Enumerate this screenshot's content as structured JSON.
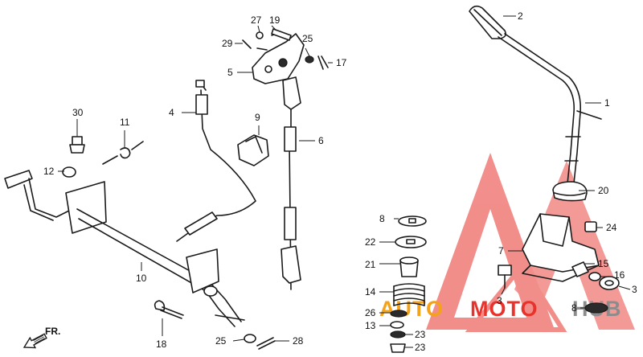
{
  "callouts": [
    {
      "id": "c1",
      "label": "1"
    },
    {
      "id": "c2",
      "label": "2"
    },
    {
      "id": "c3a",
      "label": "3"
    },
    {
      "id": "c3b",
      "label": "3"
    },
    {
      "id": "c4",
      "label": "4"
    },
    {
      "id": "c5",
      "label": "5"
    },
    {
      "id": "c6",
      "label": "6"
    },
    {
      "id": "c7",
      "label": "7"
    },
    {
      "id": "c8a",
      "label": "8"
    },
    {
      "id": "c8b",
      "label": "8"
    },
    {
      "id": "c9",
      "label": "9"
    },
    {
      "id": "c10",
      "label": "10"
    },
    {
      "id": "c11",
      "label": "11"
    },
    {
      "id": "c12",
      "label": "12"
    },
    {
      "id": "c13",
      "label": "13"
    },
    {
      "id": "c14",
      "label": "14"
    },
    {
      "id": "c15",
      "label": "15"
    },
    {
      "id": "c16",
      "label": "16"
    },
    {
      "id": "c17",
      "label": "17"
    },
    {
      "id": "c18",
      "label": "18"
    },
    {
      "id": "c19",
      "label": "19"
    },
    {
      "id": "c20",
      "label": "20"
    },
    {
      "id": "c21",
      "label": "21"
    },
    {
      "id": "c22",
      "label": "22"
    },
    {
      "id": "c23a",
      "label": "23"
    },
    {
      "id": "c23b",
      "label": "23"
    },
    {
      "id": "c24",
      "label": "24"
    },
    {
      "id": "c25a",
      "label": "25"
    },
    {
      "id": "c25b",
      "label": "25"
    },
    {
      "id": "c26",
      "label": "26"
    },
    {
      "id": "c27",
      "label": "27"
    },
    {
      "id": "c28",
      "label": "28"
    },
    {
      "id": "c29",
      "label": "29"
    },
    {
      "id": "c30",
      "label": "30"
    }
  ],
  "direction": {
    "label": "FR.",
    "icon": "front-arrow-icon"
  },
  "watermark": {
    "text_a": "AUTO",
    "text_b": "MOTO",
    "text_c": "HUB",
    "color_red": "#e8322c",
    "color_orange": "#f5a21b",
    "color_grey": "#8c8c8c"
  }
}
